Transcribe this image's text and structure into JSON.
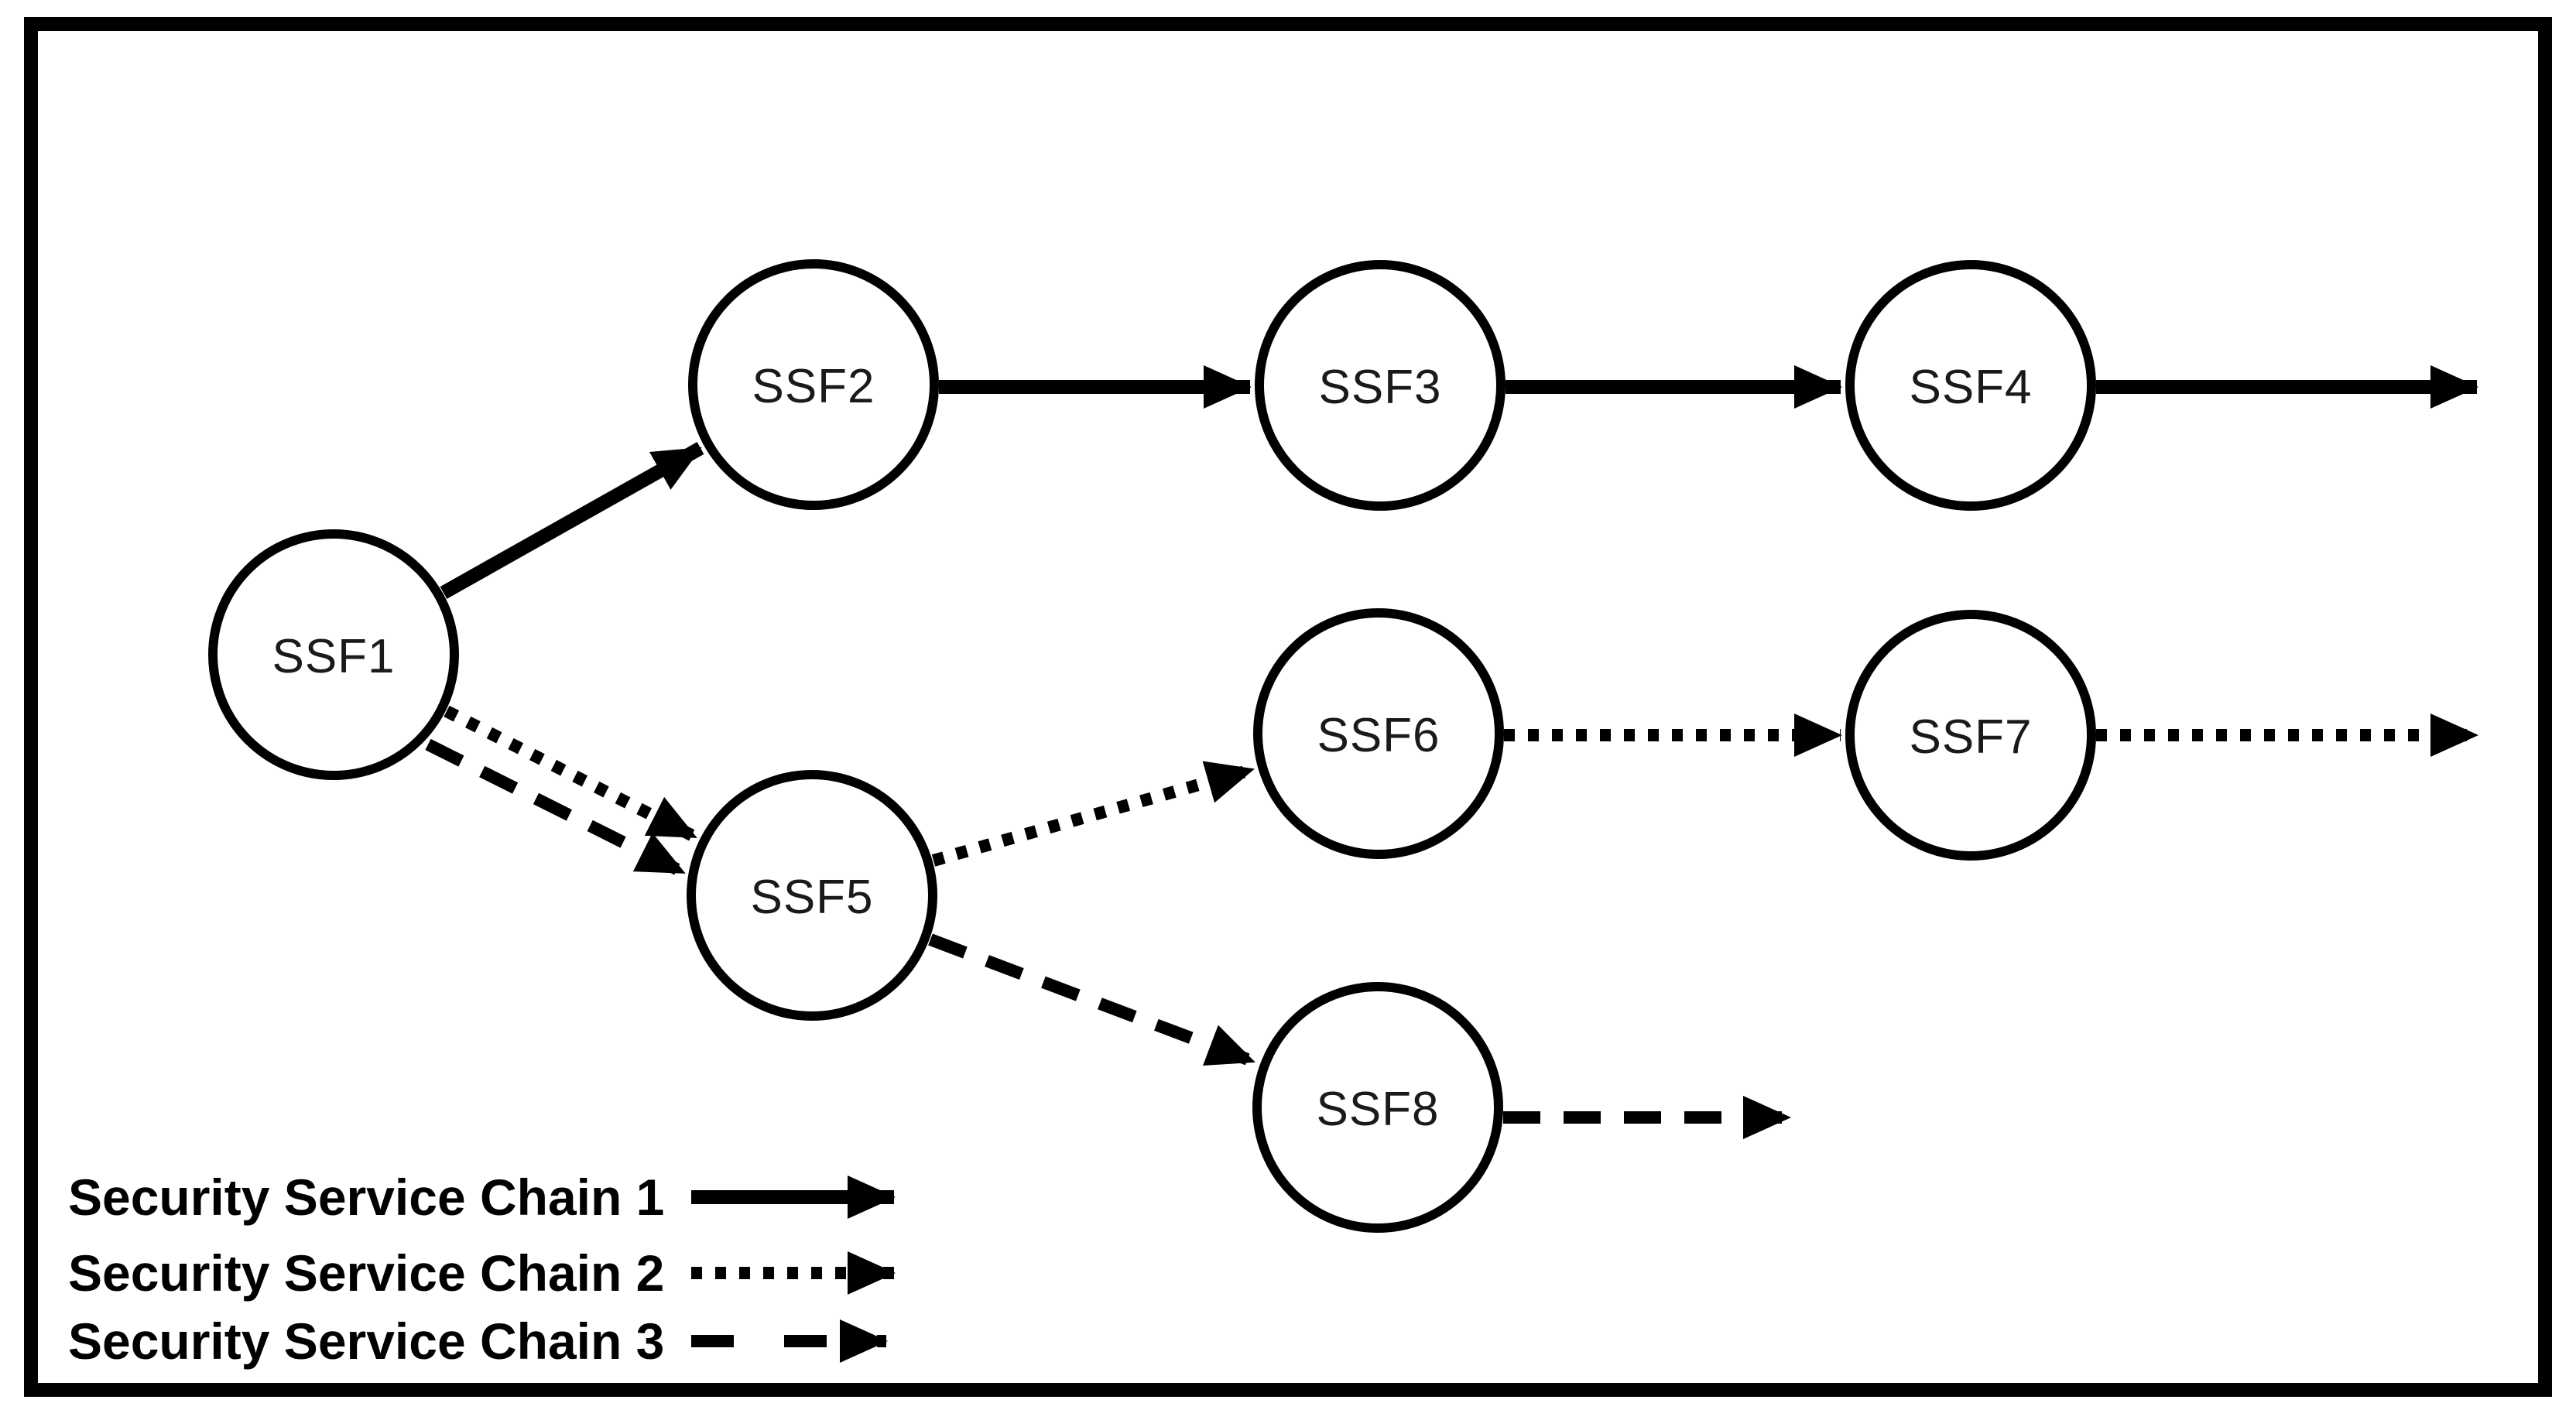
{
  "canvas": {
    "background_color": "#ffffff",
    "ink_color": "#000000"
  },
  "diagram": {
    "nodes": [
      {
        "id": "ssf1",
        "label": "SSF1"
      },
      {
        "id": "ssf2",
        "label": "SSF2"
      },
      {
        "id": "ssf3",
        "label": "SSF3"
      },
      {
        "id": "ssf4",
        "label": "SSF4"
      },
      {
        "id": "ssf5",
        "label": "SSF5"
      },
      {
        "id": "ssf6",
        "label": "SSF6"
      },
      {
        "id": "ssf7",
        "label": "SSF7"
      },
      {
        "id": "ssf8",
        "label": "SSF8"
      }
    ],
    "chains": [
      {
        "name": "Security Service Chain 1",
        "line_style": "solid",
        "path": [
          "SSF1",
          "SSF2",
          "SSF3",
          "SSF4"
        ],
        "trailing_arrow": true
      },
      {
        "name": "Security Service Chain 2",
        "line_style": "dotted",
        "path": [
          "SSF1",
          "SSF5",
          "SSF6",
          "SSF7"
        ],
        "trailing_arrow": true
      },
      {
        "name": "Security Service Chain 3",
        "line_style": "dashed",
        "path": [
          "SSF1",
          "SSF5",
          "SSF8"
        ],
        "trailing_arrow": true
      }
    ],
    "legend": {
      "items": [
        {
          "label": "Security Service Chain 1",
          "line_style": "solid"
        },
        {
          "label": "Security Service Chain 2",
          "line_style": "dotted"
        },
        {
          "label": "Security Service Chain 3",
          "line_style": "dashed"
        }
      ]
    }
  }
}
